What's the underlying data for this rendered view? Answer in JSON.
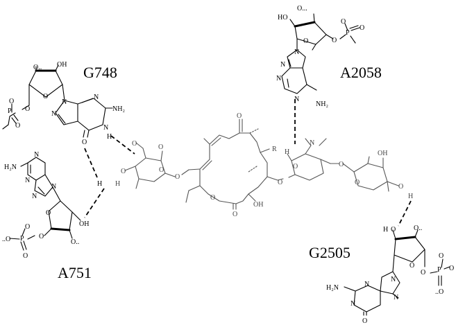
{
  "residues": {
    "g748": "G748",
    "a2058": "A2058",
    "a751": "A751",
    "g2505": "G2505"
  },
  "atoms": {
    "nh2": "NH₂",
    "h2n": "H₂N",
    "n": "N",
    "o": "O",
    "h": "H",
    "oh": "OH",
    "ho": "HO",
    "p": "P",
    "r": "R",
    "o_dots": "O..",
    "dots_o": "..O",
    "o_ellipsis": "O..."
  }
}
